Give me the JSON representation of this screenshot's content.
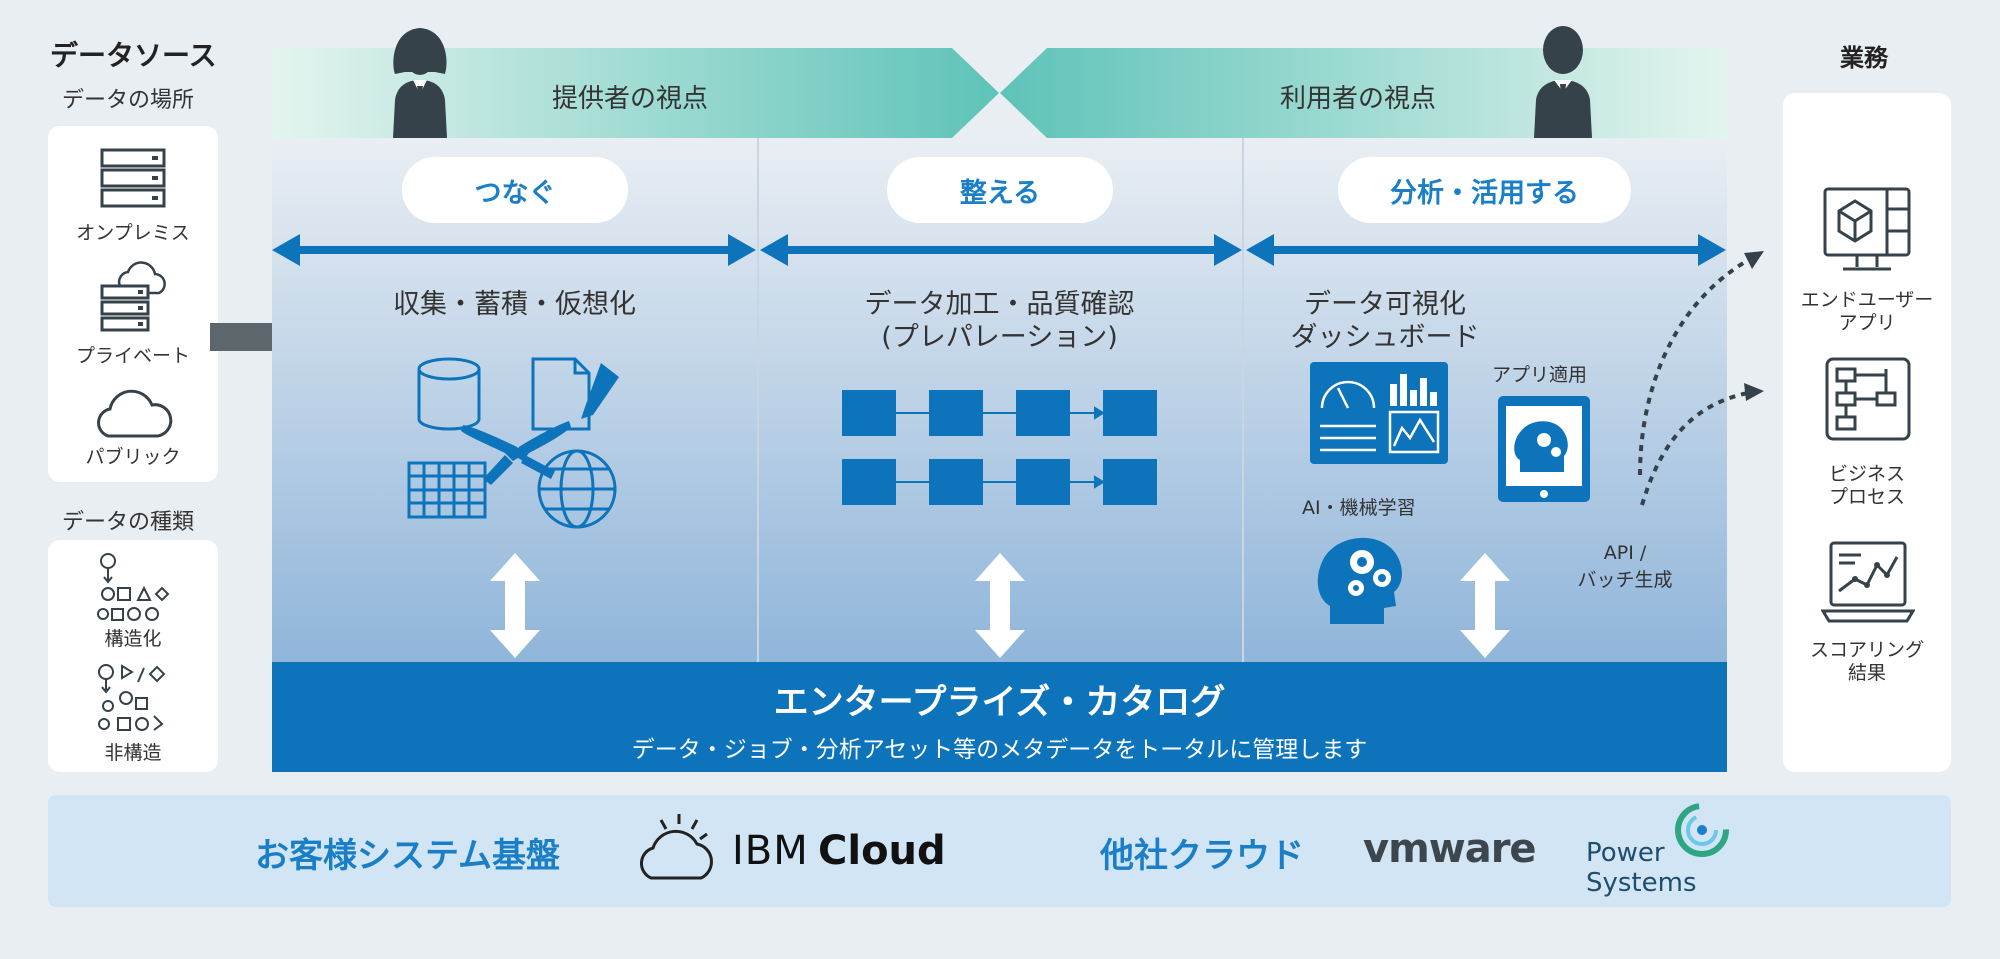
{
  "left": {
    "title": "データソース",
    "location_label": "データの場所",
    "locations": [
      "オンプレミス",
      "プライベート",
      "パブリック"
    ],
    "types_label": "データの種類",
    "types": [
      "構造化",
      "非構造"
    ]
  },
  "header": {
    "provider": "提供者の視点",
    "user": "利用者の視点"
  },
  "steps": [
    {
      "label": "つなぐ",
      "heading": "収集・蓄積・仮想化"
    },
    {
      "label": "整える",
      "heading": "データ加工・品質確認",
      "heading2": "(プレパレーション)"
    },
    {
      "label": "分析・活用する",
      "heading": "データ可視化",
      "heading2": "ダッシュボード"
    }
  ],
  "analytics": {
    "app": "アプリ適用",
    "ai": "AI・機械学習",
    "api": "API /",
    "api2": "バッチ生成"
  },
  "catalog": {
    "title": "エンタープライズ・カタログ",
    "subtitle": "データ・ジョブ・分析アセット等のメタデータをトータルに管理します"
  },
  "right": {
    "title": "業務",
    "items": [
      {
        "line1": "エンドユーザー",
        "line2": "アプリ"
      },
      {
        "line1": "ビジネス",
        "line2": "プロセス"
      },
      {
        "line1": "スコアリング",
        "line2": "結果"
      }
    ]
  },
  "bottom": {
    "customer": "お客様システム基盤",
    "ibm_ibm": "IBM",
    "ibm_cloud": "Cloud",
    "other": "他社クラウド",
    "vmware": "vmware",
    "power1": "Power",
    "power2": "Systems"
  },
  "colors": {
    "accent": "#0d74bc",
    "teal": "#5ec3b8",
    "dark": "#35424a"
  }
}
